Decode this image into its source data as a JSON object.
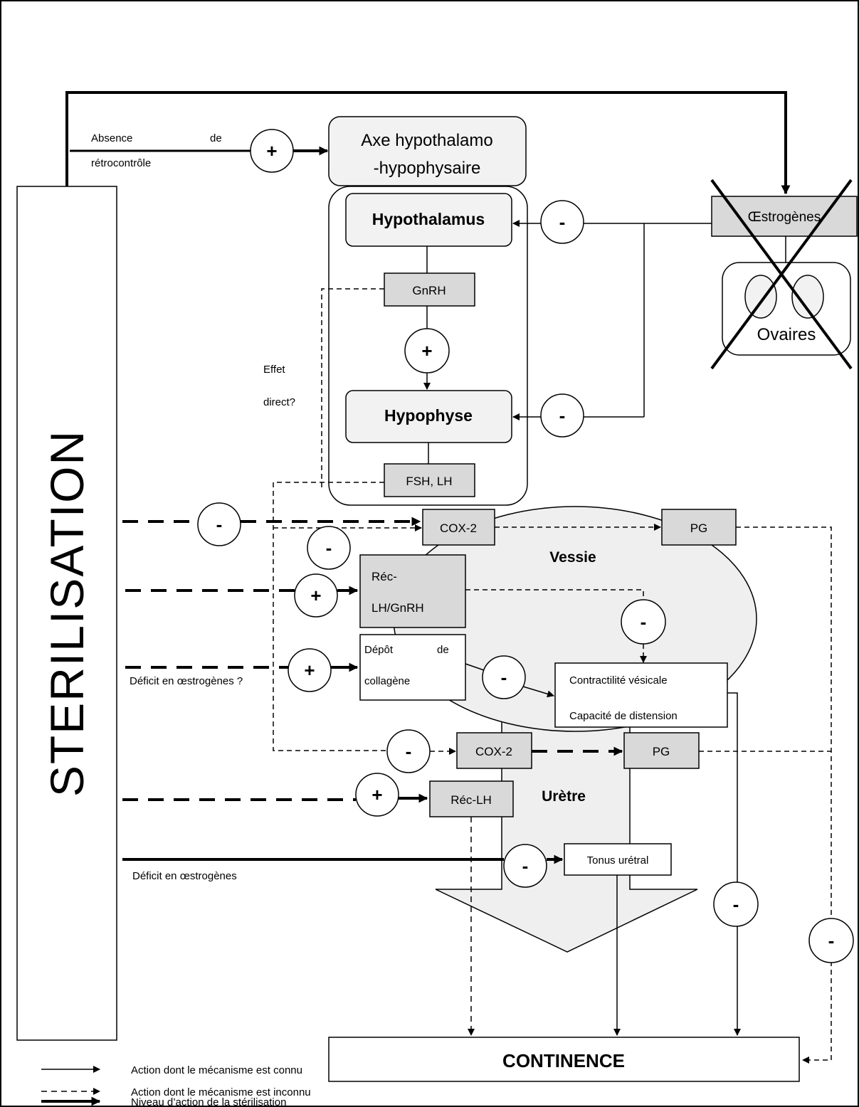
{
  "boxes": {
    "sterilisation": "STERILISATION",
    "axe_line1": "Axe hypothalamo",
    "axe_line2": "-hypophysaire",
    "hypothalamus": "Hypothalamus",
    "gnrh": "GnRH",
    "hypophyse": "Hypophyse",
    "fsh_lh": "FSH, LH",
    "oestrogenes": "Œstrogènes",
    "ovaires": "Ovaires",
    "cox2_top": "COX-2",
    "pg_top": "PG",
    "vessie": "Vessie",
    "rec_lh_gnrh_line1": "Réc-",
    "rec_lh_gnrh_line2": "LH/GnRH",
    "depot_line1": "Dépôt",
    "depot_line1b": "de",
    "depot_line2": "collagène",
    "contractilite_line1": "Contractilité vésicale",
    "contractilite_line2": "Capacité de distension",
    "cox2_bottom": "COX-2",
    "pg_bottom": "PG",
    "uretre": "Urètre",
    "rec_lh": "Réc-LH",
    "tonus": "Tonus urétral",
    "continence": "CONTINENCE"
  },
  "annotations": {
    "absence_1": "Absence",
    "absence_1b": "de",
    "absence_2": "rétrocontrôle",
    "effet_1": "Effet",
    "effet_2": "direct?",
    "deficit_q": "Déficit en œstrogènes ?",
    "deficit": "Déficit en œstrogènes"
  },
  "signs": {
    "plus": "+",
    "minus": "-"
  },
  "legend": {
    "known": "Action dont le mécanisme est connu",
    "unknown": "Action dont le mécanisme est inconnu",
    "level": "Niveau d’action de la stérilisation"
  },
  "colors": {
    "box_fill": "#d9d9d9",
    "rounded_fill": "#f2f2f2",
    "organ_fill": "#efefef",
    "stroke": "#000000"
  }
}
